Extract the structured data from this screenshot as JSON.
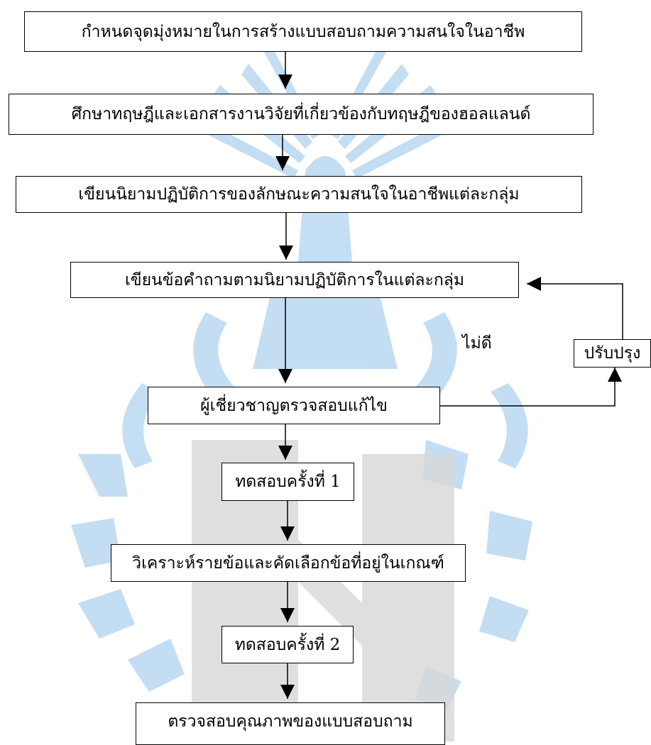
{
  "steps": [
    "กำหนดจุดมุ่งหมายในการสร้างแบบสอบถามความสนใจในอาชีพ",
    "ศึกษาทฤษฎีและเอกสารงานวิจัยที่เกี่ยวข้องกับทฤษฎีของฮอลแลนด์",
    "เขียนนิยามปฏิบัติการของลักษณะความสนใจในอาชีพแต่ละกลุ่ม",
    "เขียนข้อคำถามตามนิยามปฏิบัติการในแต่ละกลุ่ม",
    "ผู้เชี่ยวชาญตรวจสอบแก้ไข",
    "ทดสอบครั้งที่ 1",
    "วิเคราะห์รายข้อและคัดเลือกข้อที่อยู่ในเกณฑ์",
    "ทดสอบครั้งที่ 2",
    "ตรวจสอบคุณภาพของแบบสอบถาม"
  ],
  "feedback": {
    "box": "ปรับปรุง",
    "condition": "ไม่ดี"
  },
  "colors": {
    "watermark_blue": "#93c3ea",
    "watermark_gray": "#d8d8d8",
    "line": "#000000"
  }
}
